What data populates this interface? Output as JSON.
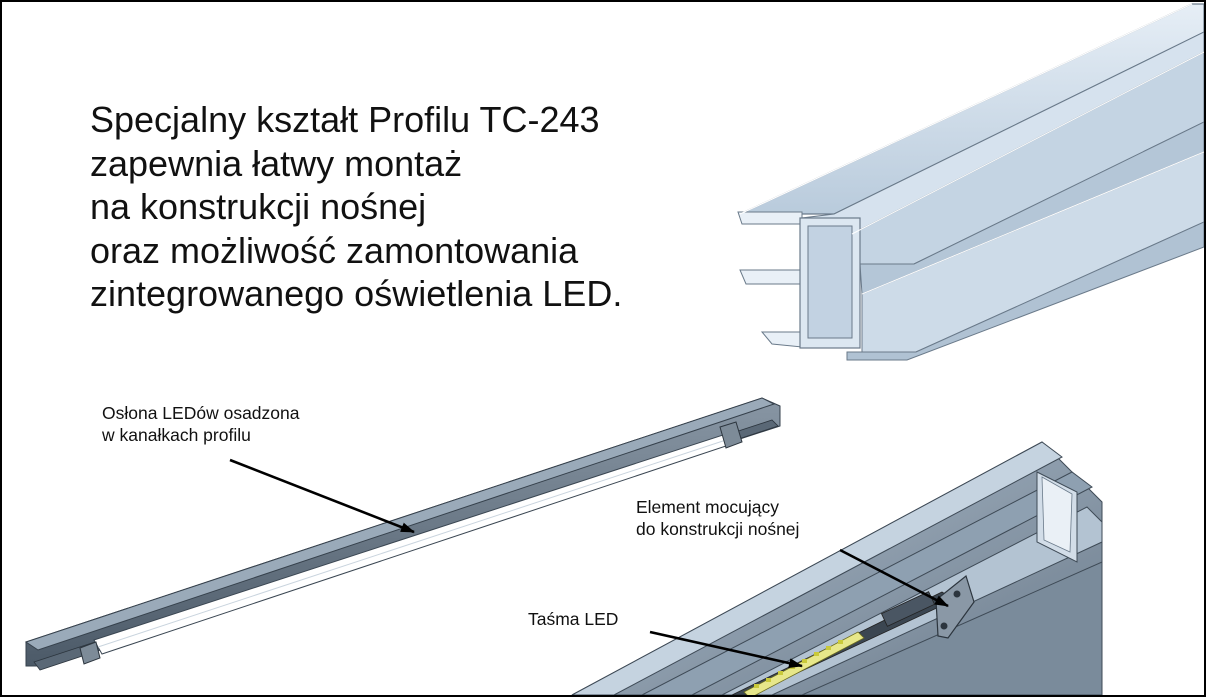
{
  "heading": {
    "lines": [
      "Specjalny kształt Profilu TC-243",
      "zapewnia łatwy montaż",
      "na konstrukcji nośnej",
      "oraz możliwość zamontowania",
      "zintegrowanego oświetlenia LED."
    ]
  },
  "callouts": {
    "cover": [
      "Osłona LEDów osadzona",
      "w kanałkach profilu"
    ],
    "bracket": [
      "Element mocujący",
      "do konstrukcji nośnej"
    ],
    "strip": [
      "Taśma LED"
    ]
  },
  "colors": {
    "profile_light": "#c9d8e6",
    "profile_mid": "#a9bccd",
    "profile_dark": "#5f7080",
    "profile_darkest": "#3e4a56",
    "led": "#f2f27a",
    "text": "#111111"
  }
}
